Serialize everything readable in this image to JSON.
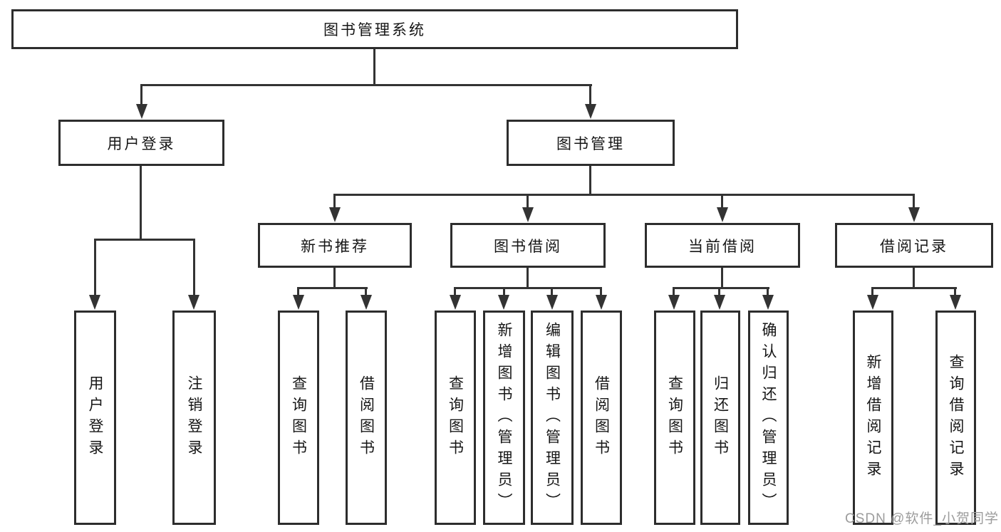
{
  "diagram": {
    "root_label": "图书管理系统",
    "branches": [
      {
        "label": "用户登录",
        "children": [
          {
            "label": "用户登录"
          },
          {
            "label": "注销登录"
          }
        ]
      },
      {
        "label": "图书管理",
        "children": [
          {
            "label": "新书推荐",
            "children": [
              {
                "label": "查询图书"
              },
              {
                "label": "借阅图书"
              }
            ]
          },
          {
            "label": "图书借阅",
            "children": [
              {
                "label": "查询图书"
              },
              {
                "label": "新增图书（管理员）"
              },
              {
                "label": "编辑图书（管理员）"
              },
              {
                "label": "借阅图书"
              }
            ]
          },
          {
            "label": "当前借阅",
            "children": [
              {
                "label": "查询图书"
              },
              {
                "label": "归还图书"
              },
              {
                "label": "确认归还（管理员）"
              }
            ]
          },
          {
            "label": "借阅记录",
            "children": [
              {
                "label": "新增借阅记录"
              },
              {
                "label": "查询借阅记录"
              }
            ]
          }
        ]
      }
    ]
  },
  "watermark": "CSDN @软件_小贺同学",
  "colors": {
    "line": "#333333",
    "box_border": "#2d2d2d",
    "text": "#161616",
    "watermark": "#9c9c9c",
    "background": "#ffffff"
  }
}
